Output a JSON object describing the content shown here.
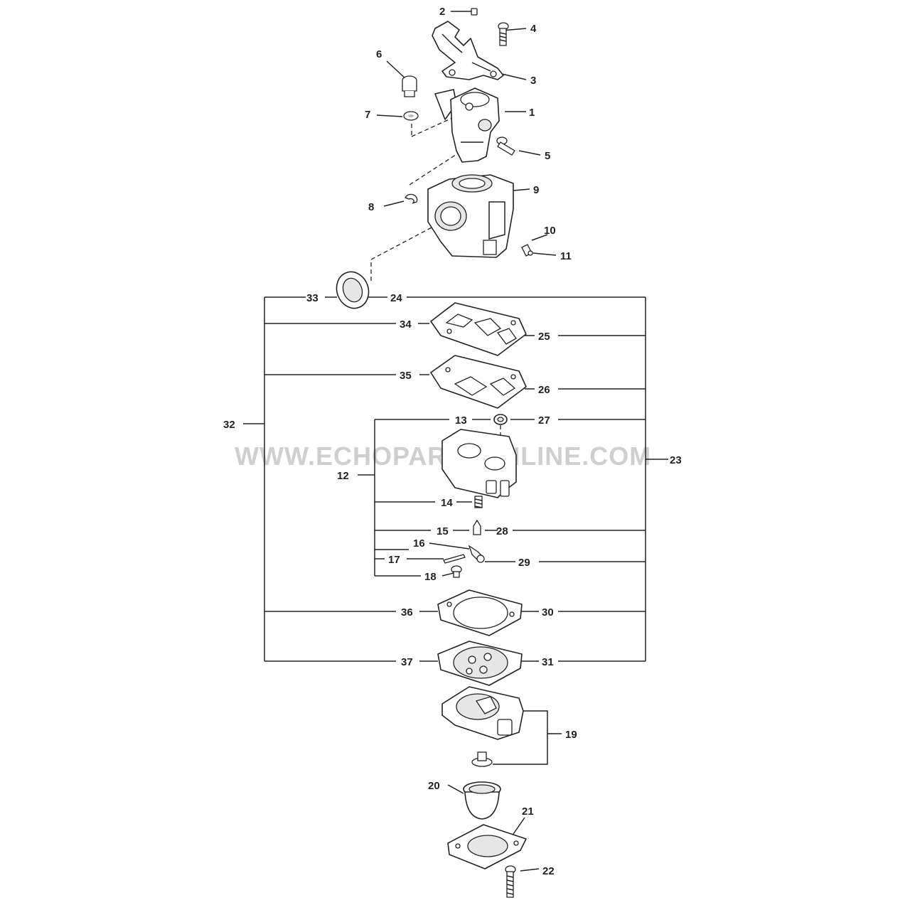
{
  "watermark": "WWW.ECHOPARTSONLINE.COM",
  "labels": {
    "l1": "1",
    "l2": "2",
    "l3": "3",
    "l4": "4",
    "l5": "5",
    "l6": "6",
    "l7": "7",
    "l8": "8",
    "l9": "9",
    "l10": "10",
    "l11": "11",
    "l12": "12",
    "l13": "13",
    "l14": "14",
    "l15": "15",
    "l16": "16",
    "l17": "17",
    "l18": "18",
    "l19": "19",
    "l20": "20",
    "l21": "21",
    "l22": "22",
    "l23": "23",
    "l24": "24",
    "l25": "25",
    "l26": "26",
    "l27": "27",
    "l28": "28",
    "l29": "29",
    "l30": "30",
    "l31": "31",
    "l32": "32",
    "l33": "33",
    "l34": "34",
    "l35": "35",
    "l36": "36",
    "l37": "37"
  }
}
